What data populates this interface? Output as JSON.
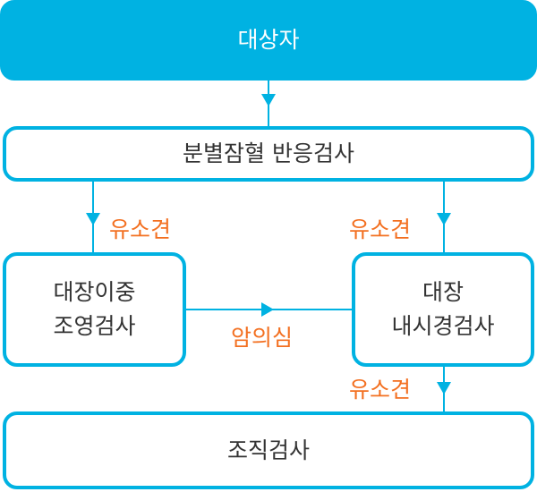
{
  "nodes": {
    "subject": "대상자",
    "screening": "분별잠혈 반응검사",
    "contrast": "대장이중\n조영검사",
    "endoscopy": "대장\n내시경검사",
    "biopsy": "조직검사"
  },
  "edge_labels": {
    "positive_left": "유소견",
    "positive_right": "유소견",
    "suspicious": "암의심",
    "positive_bottom": "유소견"
  },
  "colors": {
    "accent": "#00b2e2",
    "label": "#f37021",
    "text": "#333333"
  }
}
